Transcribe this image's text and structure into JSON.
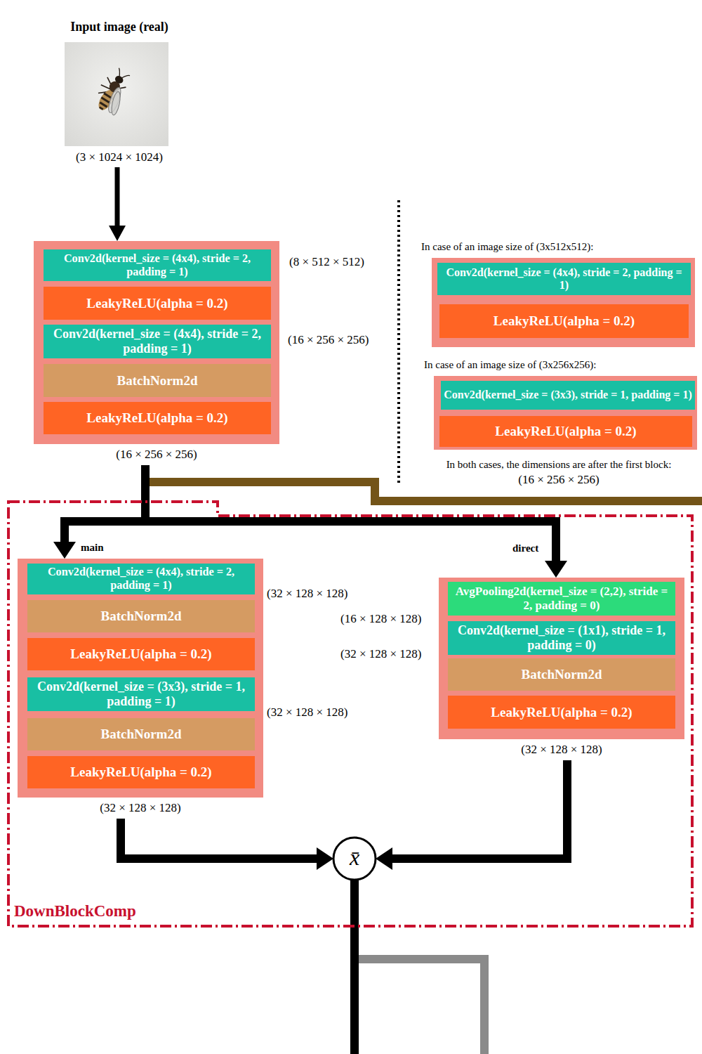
{
  "diagram": {
    "nodes": [
      {
        "text": [
          "Input image (real)",
          "(3 × 1024 × 1024)"
        ]
      },
      {
        "text": [
          "(16 × 256 × 256)"
        ]
      },
      {
        "text": [
          "Conv2d(kernel_size = (4x4), stride = 2, padding = 1)"
        ],
        "in": 1
      },
      {
        "text": [
          "LeakyReLU(alpha = 0.2)"
        ],
        "in": 1
      },
      {
        "text": [
          "Conv2d(kernel_size = (4x4), stride = 2, padding = 1)"
        ],
        "in": 1
      },
      {
        "text": [
          "BatchNorm2d"
        ],
        "in": 1
      },
      {
        "text": [
          "LeakyReLU(alpha = 0.2)"
        ],
        "in": 1
      },
      {
        "text": [
          "In case of an image size of (3x512x512):"
        ]
      },
      {
        "text": [
          "Conv2d(kernel_size = (4x4), stride = 2, padding = 1)"
        ],
        "in": 7
      },
      {
        "text": [
          "LeakyReLU(alpha = 0.2)"
        ],
        "in": 7
      },
      {
        "text": [
          "In case of an image size of (3x256x256):"
        ]
      },
      {
        "text": [
          "Conv2d(kernel_size = (3x3), stride = 1, padding = 1)"
        ],
        "in": 10
      },
      {
        "text": [
          "LeakyReLU(alpha = 0.2)"
        ],
        "in": 10
      },
      {
        "text": [
          "DownBlockComp"
        ]
      },
      {
        "text": [
          "(32 × 128 × 128)"
        ],
        "in": 13
      },
      {
        "text": [
          "Conv2d(kernel_size = (4x4), stride = 2, padding = 1)"
        ],
        "in": 14
      },
      {
        "text": [
          "BatchNorm2d"
        ],
        "in": 14
      },
      {
        "text": [
          "LeakyReLU(alpha = 0.2)"
        ],
        "in": 14
      },
      {
        "text": [
          "Conv2d(kernel_size = (3x3), stride = 1, padding = 1)"
        ],
        "in": 14
      },
      {
        "text": [
          "BatchNorm2d"
        ],
        "in": 14
      },
      {
        "text": [
          "LeakyReLU(alpha = 0.2)"
        ],
        "in": 14
      },
      {
        "text": [
          "(32 × 128 × 128)"
        ],
        "in": 13
      },
      {
        "text": [
          "AvgPooling2d(kernel_size = (2,2), stride = 2, padding = 0)"
        ],
        "in": 21
      },
      {
        "text": [
          "Conv2d(kernel_size = (1x1), stride = 1, padding = 0)"
        ],
        "in": 21
      },
      {
        "text": [
          "BatchNorm2d"
        ],
        "in": 21
      },
      {
        "text": [
          "LeakyReLU(alpha = 0.2)"
        ],
        "in": 21
      },
      {
        "text": [
          "x̄"
        ],
        "in": 13
      }
    ],
    "edges": [
      {
        "from": 0,
        "to": 1,
        "arrow": "to"
      },
      {
        "from": 1,
        "to": 14,
        "label": "main",
        "arrow": "to"
      },
      {
        "from": 1,
        "to": 21,
        "label": "direct",
        "arrow": "to"
      },
      {
        "from": 14,
        "to": 26,
        "arrow": "to"
      },
      {
        "from": 21,
        "to": 26,
        "arrow": "to"
      }
    ],
    "labels": [
      "(8 × 512 × 512)",
      "(16 × 256 × 256)",
      "In both cases, the dimensions are after the first block:",
      "(16 × 256 × 256)",
      "(32 × 128 × 128)",
      "(16 × 128 × 128)",
      "(32 × 128 × 128)",
      "(32 × 128 × 128)"
    ]
  }
}
